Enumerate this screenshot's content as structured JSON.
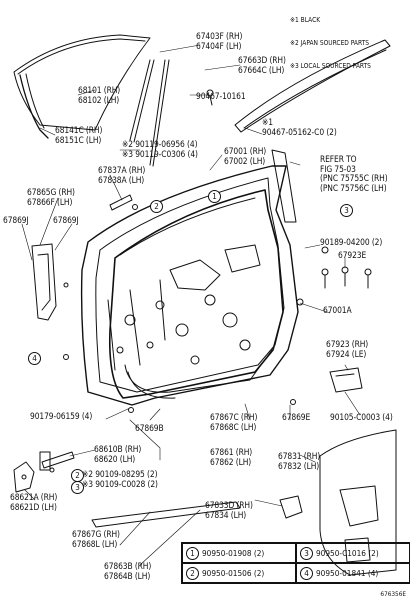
{
  "legend": [
    "※1 BLACK",
    "※2 JAPAN SOURCED PARTS",
    "※3 LOCAL SOURCED PARTS"
  ],
  "labels": {
    "l67403": "67403F (RH)\n67404F (LH)",
    "l68101": "68101 (RH)\n68102 (LH)",
    "l67663": "67663D (RH)\n67664C (LH)",
    "l90467a": "90467-10161",
    "l68141": "68141C (RH)\n68151C (LH)",
    "l90119": "※2 90119-06956 (4)\n※3 90119-C0306 (4)",
    "l90467b": "※1\n90467-05162-C0 (2)",
    "l67001": "67001 (RH)\n67002 (LH)",
    "lrefer": "REFER TO\nFIG 75-03\n(PNC 75755C (RH)\n(PNC 75756C (LH)",
    "l67837": "67837A (RH)\n67838A (LH)",
    "l67865": "67865G (RH)\n67866F (LH)",
    "l67869j1": "67869J",
    "l67869j2": "67869J",
    "l90189": "90189-04200 (2)",
    "l67923e": "67923E",
    "l67001a": "67001A",
    "l67923": "67923 (RH)\n67924 (LE)",
    "l90179": "90179-06159 (4)",
    "l67869b": "67869B",
    "l67867": "67867C (RH)\n67868C (LH)",
    "l67869e": "67869E",
    "l90105": "90105-C0003 (4)",
    "l68610": "68610B (RH)\n68620 (LH)",
    "l90109": "※2 90109-08295 (2)\n※3 90109-C0028 (2)",
    "l67861": "67861 (RH)\n67862 (LH)",
    "l67831": "67831 (RH)\n67832 (LH)",
    "l68621": "68621A (RH)\n68621D (LH)",
    "l67833": "67833D (RH)\n67834 (LH)",
    "l67867g": "67867G (RH)\n67868L (LH)",
    "l67863": "67863B (RH)\n67864B (LH)"
  },
  "callouts": [
    "1",
    "2",
    "3",
    "4"
  ],
  "key_table": [
    {
      "n": "1",
      "part": "90950-01908 (2)"
    },
    {
      "n": "3",
      "part": "90950-C1016 (2)"
    },
    {
      "n": "2",
      "part": "90950-01506 (2)"
    },
    {
      "n": "4",
      "part": "90950-01841 (4)"
    }
  ],
  "stamp": "676356E"
}
